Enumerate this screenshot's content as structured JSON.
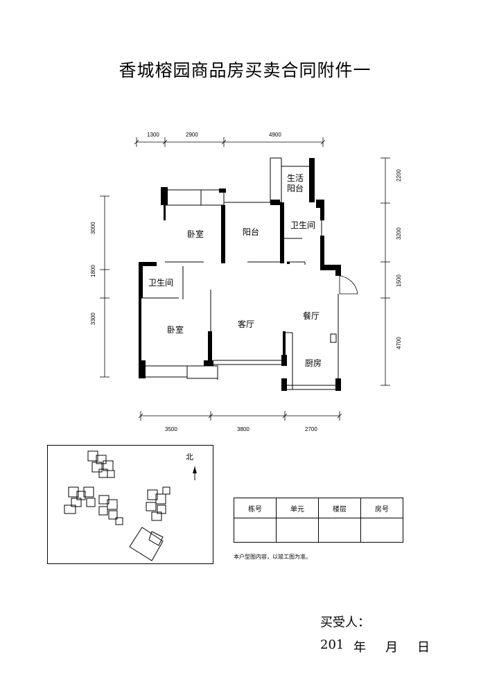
{
  "document": {
    "title": "香城榕园商品房买卖合同附件一"
  },
  "dimensions": {
    "top": [
      "1300",
      "2900",
      "4900"
    ],
    "right": [
      "2200",
      "3200",
      "1500",
      "4700"
    ],
    "left": [
      "3000",
      "1800",
      "3300"
    ],
    "bottom": [
      "3500",
      "3800",
      "2700"
    ]
  },
  "rooms": {
    "living_balcony_line1": "生活",
    "living_balcony_line2": "阳台",
    "bedroom_top": "卧室",
    "balcony": "阳台",
    "bathroom_right": "卫生间",
    "bathroom_left": "卫生间",
    "bedroom_bottom": "卧室",
    "living_room": "客厅",
    "dining_room": "餐厅",
    "kitchen": "厨房"
  },
  "site_plan": {
    "north_label": "北"
  },
  "info_table": {
    "headers": [
      "栋号",
      "单元",
      "楼层",
      "房号"
    ],
    "values": [
      "",
      "",
      "",
      ""
    ]
  },
  "note": "本户型图内容，以竣工图为准。",
  "signature": {
    "buyer_label": "买受人：",
    "year_prefix": "201",
    "year_label": "年",
    "month_label": "月",
    "day_label": "日"
  }
}
